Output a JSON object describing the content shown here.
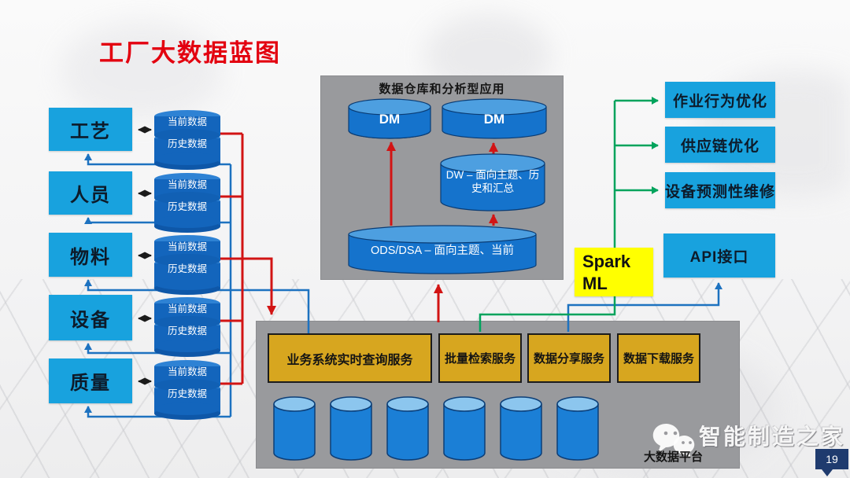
{
  "slide": {
    "title": "工厂大数据蓝图",
    "page_number": "19"
  },
  "watermark": {
    "brand": "智能制造之家",
    "icon": "wechat-icon"
  },
  "left_sources": [
    {
      "label": "工艺",
      "current": "当前数据",
      "history": "历史数据"
    },
    {
      "label": "人员",
      "current": "当前数据",
      "history": "历史数据"
    },
    {
      "label": "物料",
      "current": "当前数据",
      "history": "历史数据"
    },
    {
      "label": "设备",
      "current": "当前数据",
      "history": "历史数据"
    },
    {
      "label": "质量",
      "current": "当前数据",
      "history": "历史数据"
    }
  ],
  "warehouse": {
    "title": "数据仓库和分析型应用",
    "dm_left": "DM",
    "dm_right": "DM",
    "dw": "DW – 面向主题、历史和汇总",
    "ods": "ODS/DSA – 面向主题、当前"
  },
  "applications": [
    {
      "label": "作业行为优化"
    },
    {
      "label": "供应链优化"
    },
    {
      "label": "设备预测性维修"
    },
    {
      "label": "API接口"
    }
  ],
  "spark": {
    "line1": "Spark",
    "line2": "ML"
  },
  "platform": {
    "label": "大数据平台",
    "services": [
      {
        "label": "业务系统实时查询服务"
      },
      {
        "label": "批量检索服务"
      },
      {
        "label": "数据分享服务"
      },
      {
        "label": "数据下载服务"
      }
    ],
    "storage_count": 6
  },
  "colors": {
    "box_blue": "#18A2DE",
    "cylinder_dark_blue": "#1365BC",
    "cylinder_mid_blue": "#1B7FD6",
    "panel_gray": "#999A9D",
    "service_orange": "#D7A61F",
    "flow_red": "#D21414",
    "flow_blue": "#1D72C0",
    "flow_green": "#00A35C",
    "spark_yellow": "#FFFF00",
    "title_red": "#E3000F",
    "badge_navy": "#1F3B6E"
  }
}
